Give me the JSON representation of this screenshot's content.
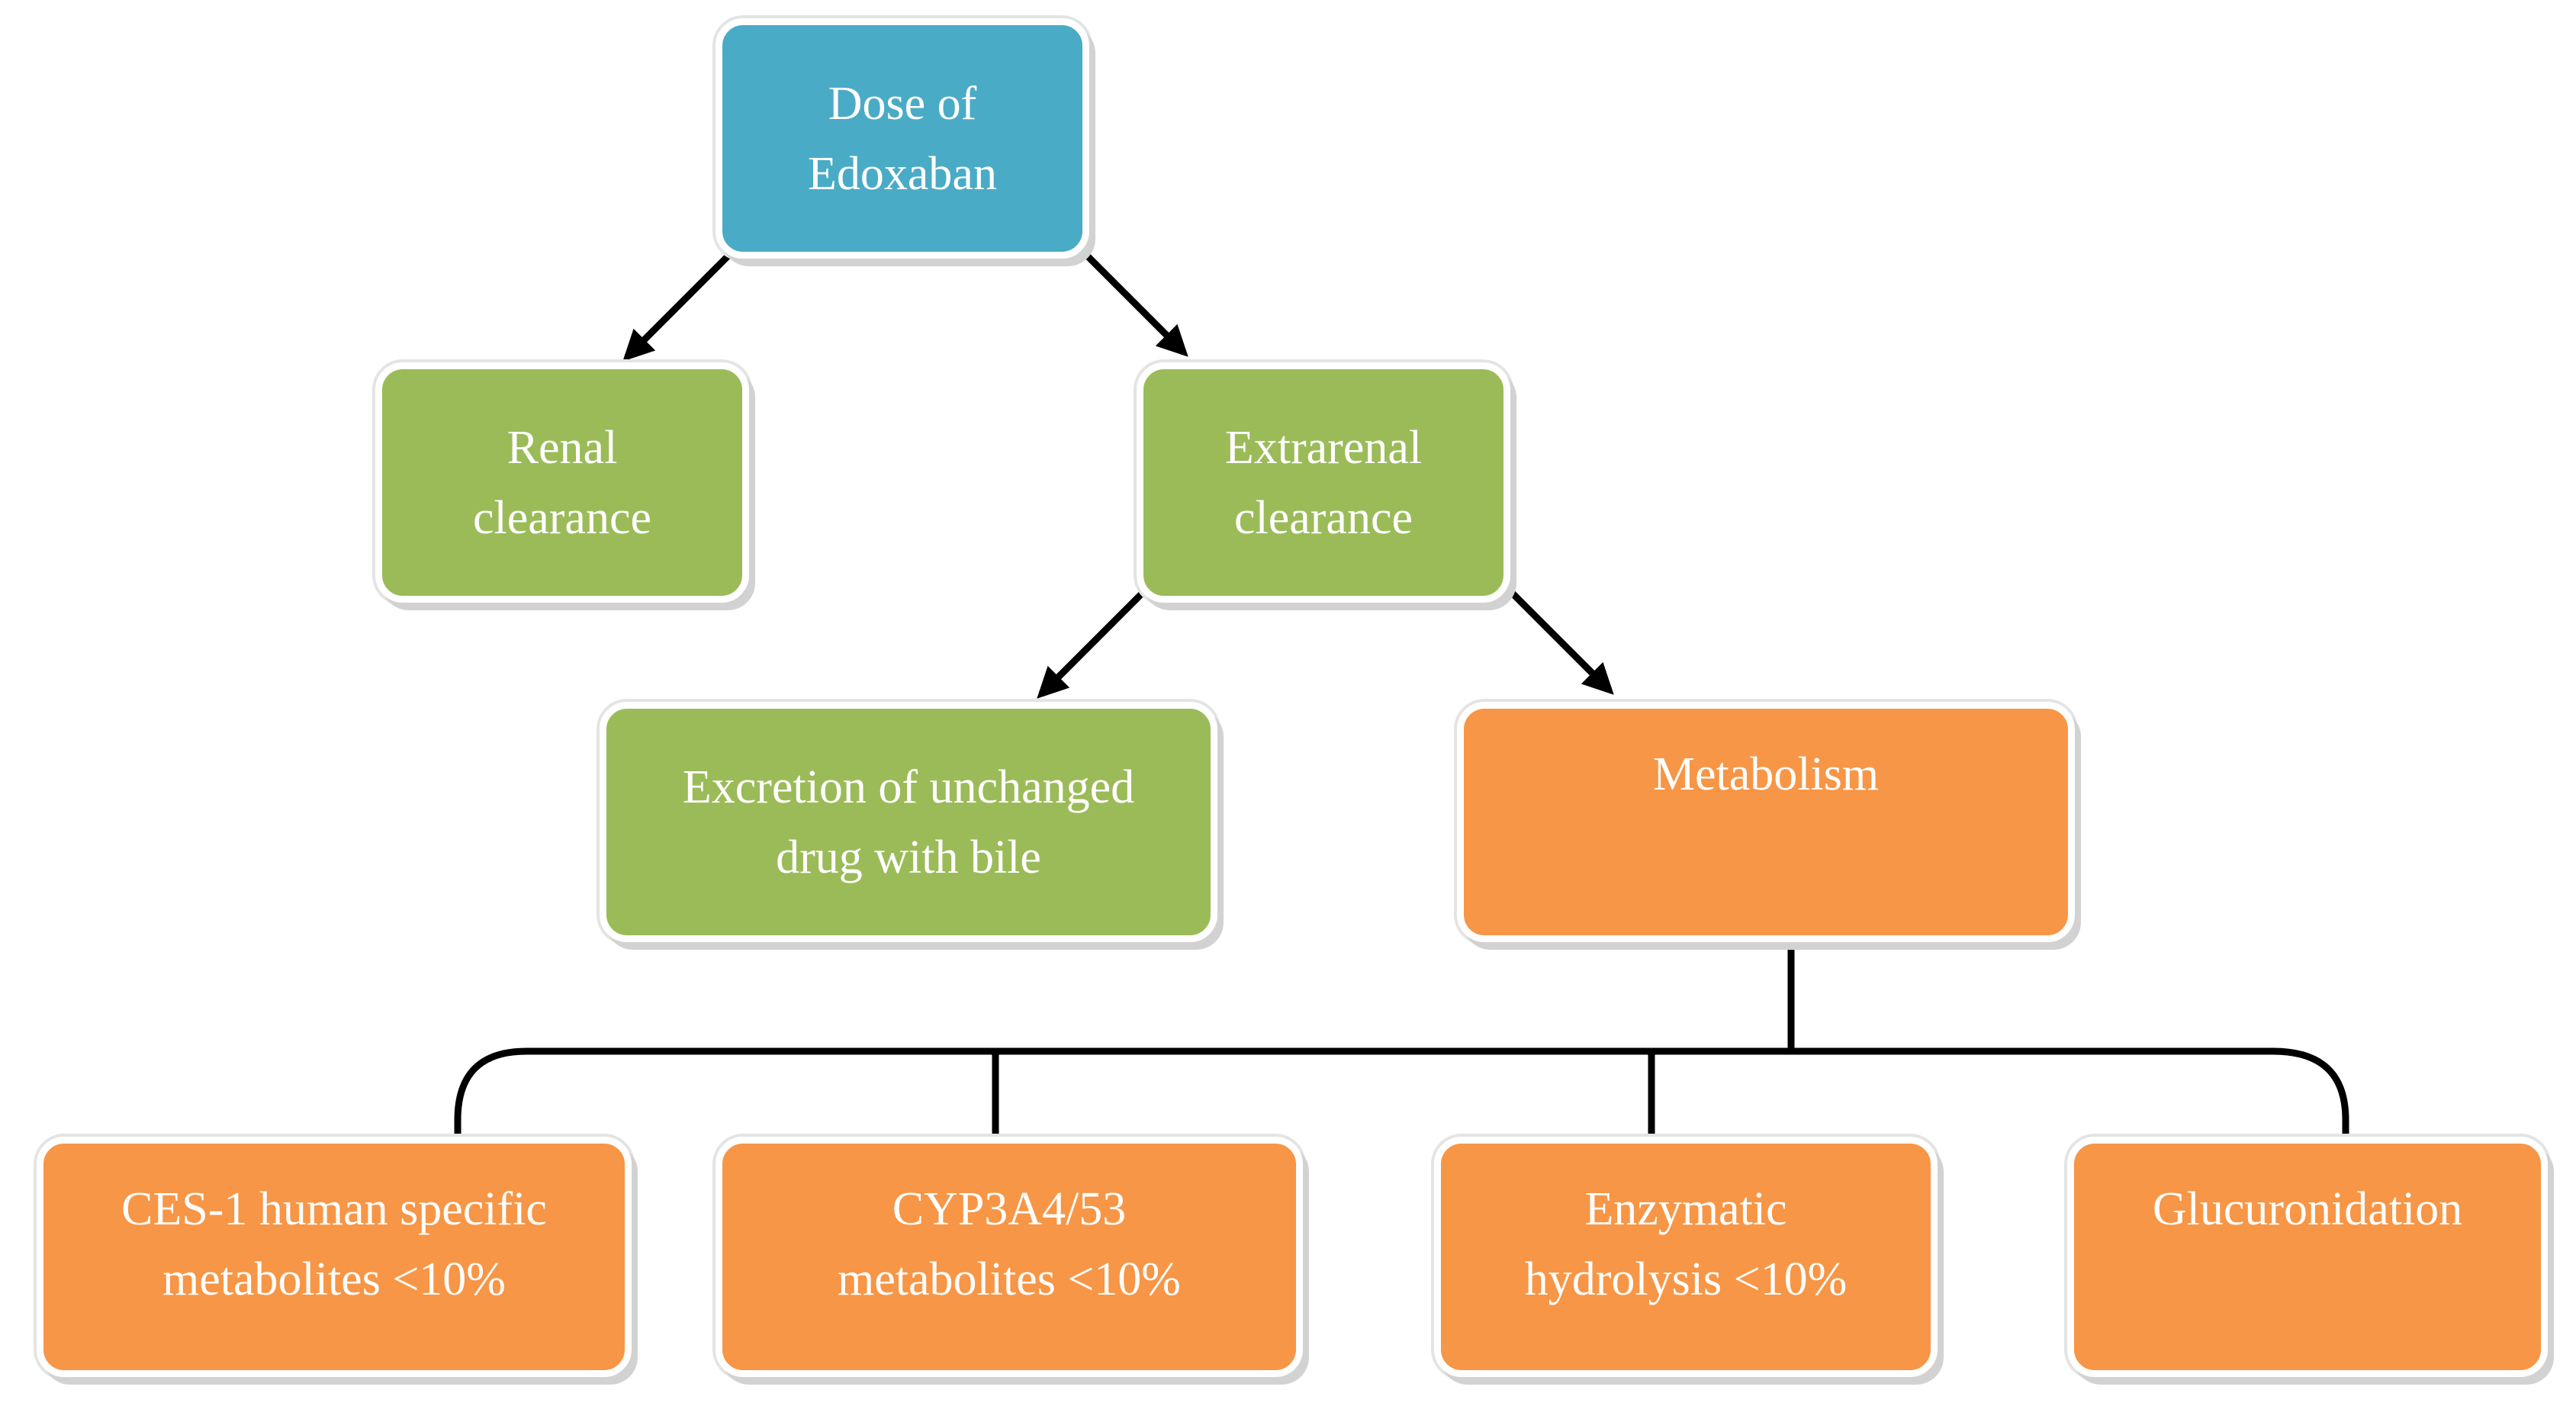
{
  "nodes": {
    "dose": "Dose of\nEdoxaban",
    "renal": "Renal\nclearance",
    "extrarenal": "Extrarenal\nclearance",
    "excretion": "Excretion of unchanged\ndrug with bile",
    "metabolism": "Metabolism",
    "ces1": "CES-1 human specific\nmetabolites <10%",
    "cyp": "CYP3A4/53\nmetabolites <10%",
    "enzymatic": "Enzymatic\nhydrolysis <10%",
    "glucuronidation": "Glucuronidation"
  },
  "colors": {
    "root": "#4aabc6",
    "clearance": "#9bbb59",
    "metabolism": "#f79646",
    "connector": "#000000"
  }
}
